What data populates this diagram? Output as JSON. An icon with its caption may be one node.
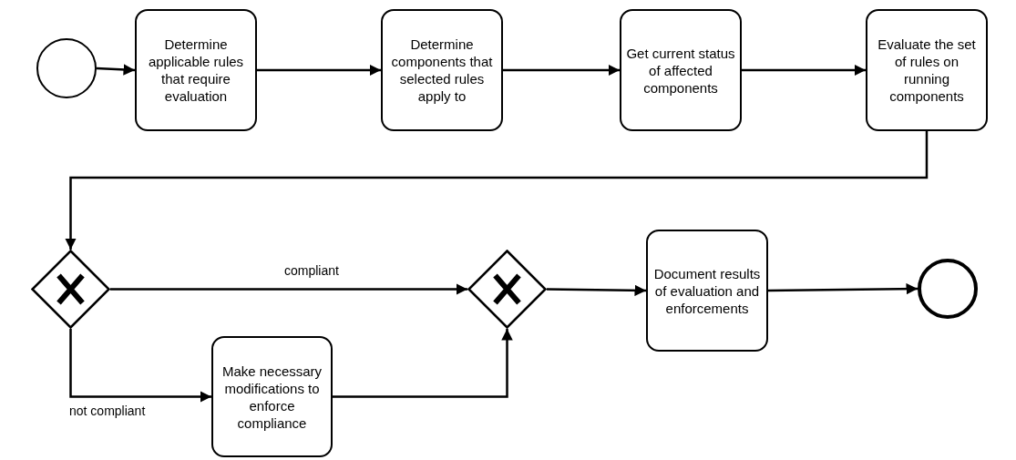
{
  "diagram": {
    "nodes": [
      {
        "text": [],
        "shape": "circle"
      },
      {
        "text": [
          "Determine applicable rules that require evaluation"
        ]
      },
      {
        "text": [
          "Determine components that selected rules apply to"
        ]
      },
      {
        "text": [
          "Get current status of affected components"
        ]
      },
      {
        "text": [
          "Evaluate the set of rules on running components"
        ]
      },
      {
        "text": [],
        "shape": "diamond"
      },
      {
        "text": [],
        "shape": "diamond"
      },
      {
        "text": [
          "Document results of evaluation and enforcements"
        ]
      },
      {
        "text": [],
        "shape": "circle"
      },
      {
        "text": [
          "Make necessary modifications to enforce compliance"
        ]
      }
    ],
    "edges": [
      {
        "from": 0,
        "to": 1,
        "arrow": "to"
      },
      {
        "from": 1,
        "to": 2,
        "arrow": "to"
      },
      {
        "from": 2,
        "to": 3,
        "arrow": "to"
      },
      {
        "from": 3,
        "to": 4,
        "arrow": "to"
      },
      {
        "from": 4,
        "to": 5,
        "arrow": "to"
      },
      {
        "from": 5,
        "to": 6,
        "arrow": "to",
        "label": "compliant"
      },
      {
        "from": 5,
        "to": 9,
        "arrow": "to",
        "label": "not compliant"
      },
      {
        "from": 9,
        "to": 6,
        "arrow": "to"
      },
      {
        "from": 6,
        "to": 7,
        "arrow": "to"
      },
      {
        "from": 7,
        "to": 8,
        "arrow": "to"
      }
    ]
  }
}
